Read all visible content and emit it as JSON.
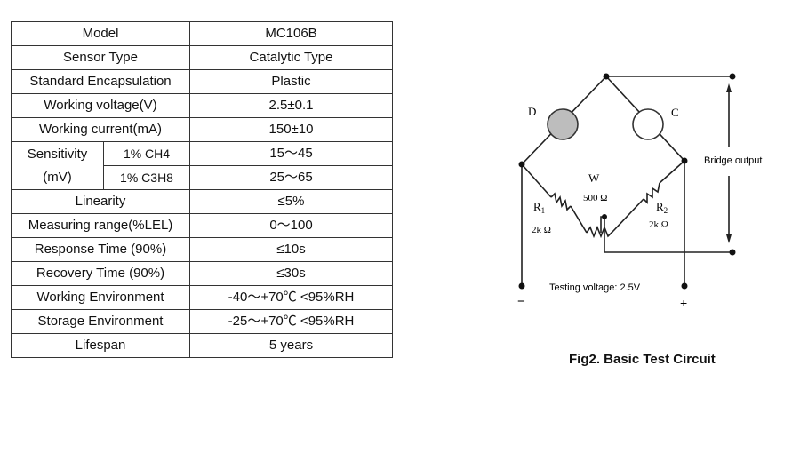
{
  "table": {
    "rows": [
      {
        "label": "Model",
        "value": "MC106B"
      },
      {
        "label": "Sensor Type",
        "value": "Catalytic Type"
      },
      {
        "label": "Standard Encapsulation",
        "value": "Plastic"
      },
      {
        "label": "Working voltage(V)",
        "value": "2.5±0.1"
      },
      {
        "label": "Working current(mA)",
        "value": "150±10"
      },
      {
        "label": "Sensitivity",
        "label2": "(mV)",
        "subs": [
          {
            "label": "1% CH4",
            "value": "15～45"
          },
          {
            "label": "1% C3H8",
            "value": "25～65"
          }
        ]
      },
      {
        "label": "Linearity",
        "value": "≤5%"
      },
      {
        "label": "Measuring range(%LEL)",
        "value": "0～100"
      },
      {
        "label": "Response Time (90%)",
        "value": "≤10s"
      },
      {
        "label": "Recovery Time (90%)",
        "value": "≤30s"
      },
      {
        "label": "Working Environment",
        "value": "-40～+70℃ <95%RH"
      },
      {
        "label": "Storage Environment",
        "value": "-25～+70℃ <95%RH"
      },
      {
        "label": "Lifespan",
        "value": "5 years"
      }
    ]
  },
  "circuit": {
    "d_label": "D",
    "c_label": "C",
    "w_label": "W",
    "w_value": "500 Ω",
    "r1_label": "R",
    "r1_sub": "1",
    "r1_value": "2k Ω",
    "r2_label": "R",
    "r2_sub": "2",
    "r2_value": "2k Ω",
    "bridge_output": "Bridge output",
    "testing_voltage": "Testing voltage: 2.5V",
    "minus": "−",
    "plus": "+",
    "colors": {
      "sensor_d_fill": "#bdbdbd",
      "sensor_c_fill": "#ffffff",
      "line": "#222222"
    }
  },
  "caption": "Fig2. Basic Test Circuit"
}
